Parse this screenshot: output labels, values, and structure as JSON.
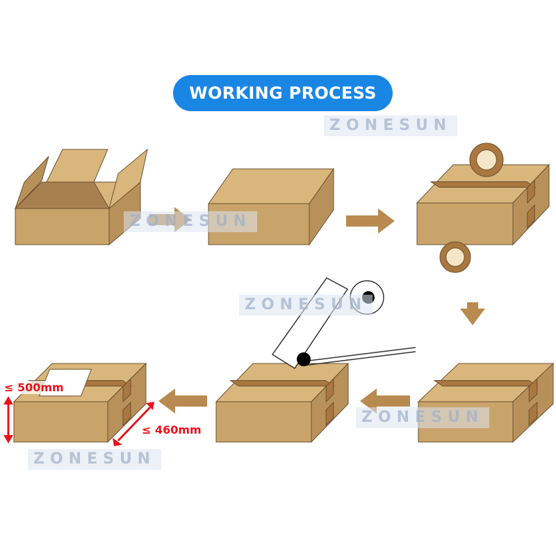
{
  "title": "WORKING PROCESS",
  "watermark": "ZONESUN",
  "dimensions": {
    "height_label": "≤ 500mm",
    "width_label": "≤ 460mm"
  },
  "colors": {
    "title_bg": "#1a86e4",
    "box_front": "#c9a46a",
    "box_top": "#d8b67c",
    "box_side": "#b8915a",
    "tape": "#a9773f",
    "arrow": "#b98a4f",
    "dimension": "#e8141c"
  },
  "steps": [
    "open-box",
    "flaps-folded",
    "tape-sealing",
    "sealed-box",
    "labeling",
    "labeled-box"
  ]
}
